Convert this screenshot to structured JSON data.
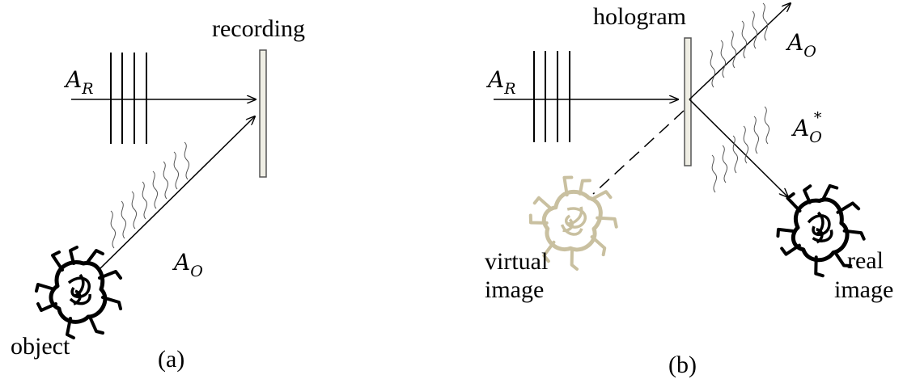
{
  "panel_a": {
    "caption": "(a)",
    "plate_label": "recording",
    "object_label": "object",
    "reference_wave": {
      "base": "A",
      "sub": "R"
    },
    "object_wave": {
      "base": "A",
      "sub": "O"
    }
  },
  "panel_b": {
    "caption": "(b)",
    "plate_label": "hologram",
    "virtual_label_line1": "virtual",
    "virtual_label_line2": "image",
    "real_label_line1": "real",
    "real_label_line2": "image",
    "reference_wave": {
      "base": "A",
      "sub": "R"
    },
    "object_wave": {
      "base": "A",
      "sub": "O"
    },
    "conjugate_wave": {
      "base": "A",
      "sub": "O",
      "sup": "*"
    }
  },
  "colors": {
    "ink": "#000000",
    "plate_fill": "#efeee4",
    "plate_stroke": "#555555",
    "virtual_image": "#c9c0a0"
  },
  "icons": [
    "bug-object-icon",
    "bug-virtual-image-icon",
    "bug-real-image-icon"
  ]
}
